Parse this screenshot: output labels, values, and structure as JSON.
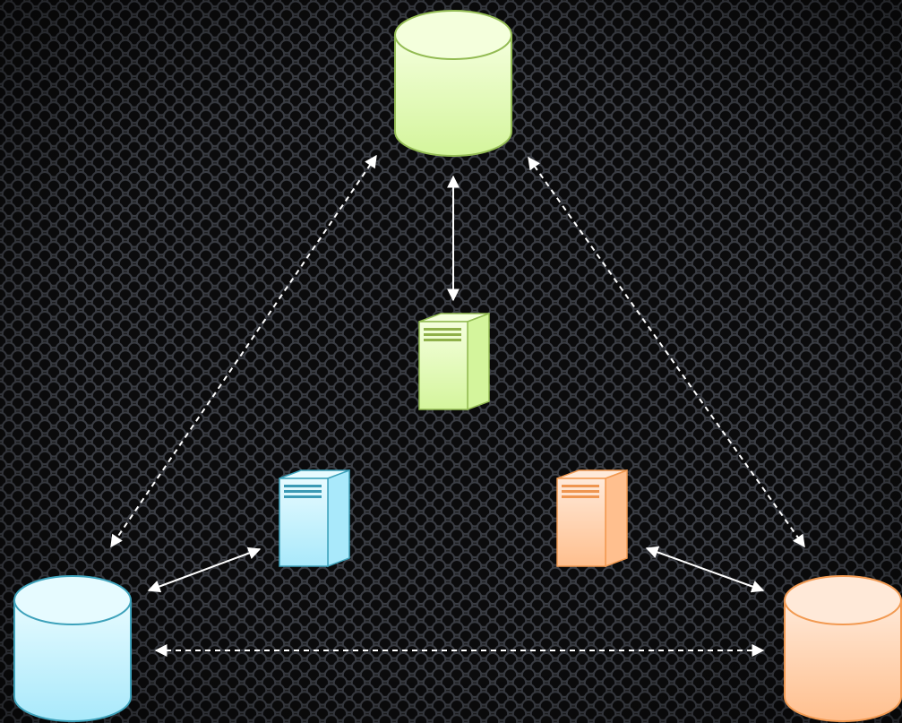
{
  "palette": {
    "background": "#141414",
    "hole_rim": "#3a3d44",
    "hole_fill": "#0b0b0c",
    "arrow": "#ffffff",
    "green": {
      "top": "#f4ffdc",
      "bottom": "#d4f59c",
      "stroke": "#93bb53",
      "stripe": "#8fb04a"
    },
    "blue": {
      "top": "#e6fbff",
      "bottom": "#a9e9fb",
      "stroke": "#3ea2bb",
      "stripe": "#3a9ab5"
    },
    "orange": {
      "top": "#ffe9d8",
      "bottom": "#ffbf8e",
      "stroke": "#f29a52",
      "stripe": "#ef9650"
    }
  },
  "nodes": [
    {
      "id": "db-top",
      "kind": "database",
      "color": "green",
      "icon": "database-cylinder-icon"
    },
    {
      "id": "db-left",
      "kind": "database",
      "color": "blue",
      "icon": "database-cylinder-icon"
    },
    {
      "id": "db-right",
      "kind": "database",
      "color": "orange",
      "icon": "database-cylinder-icon"
    },
    {
      "id": "server-center",
      "kind": "server",
      "color": "green",
      "icon": "server-tower-icon"
    },
    {
      "id": "server-left",
      "kind": "server",
      "color": "blue",
      "icon": "server-tower-icon"
    },
    {
      "id": "server-right",
      "kind": "server",
      "color": "orange",
      "icon": "server-tower-icon"
    }
  ],
  "connections": [
    {
      "from": "db-top",
      "to": "server-center",
      "style": "solid",
      "direction": "both"
    },
    {
      "from": "db-top",
      "to": "db-left",
      "style": "dashed",
      "direction": "both"
    },
    {
      "from": "db-top",
      "to": "db-right",
      "style": "dashed",
      "direction": "both"
    },
    {
      "from": "db-left",
      "to": "db-right",
      "style": "dashed",
      "direction": "both"
    },
    {
      "from": "db-left",
      "to": "server-left",
      "style": "solid",
      "direction": "both"
    },
    {
      "from": "db-right",
      "to": "server-right",
      "style": "solid",
      "direction": "both"
    }
  ]
}
